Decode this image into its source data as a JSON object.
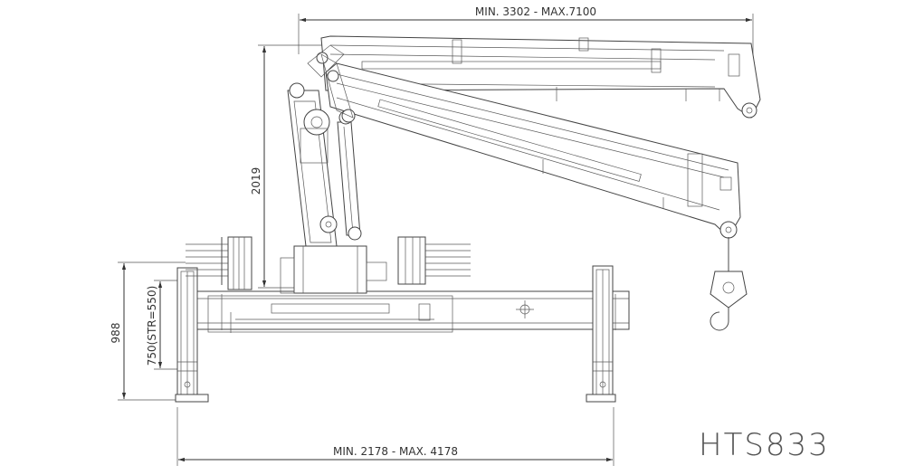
{
  "dimensions": {
    "top_reach": "MIN. 3302 - MAX.7100",
    "height": "2019",
    "bottom_width": "MIN. 2178 - MAX. 4178",
    "outrigger_height": "988",
    "stroke": "750(STR=550)"
  },
  "model": "HTS833"
}
